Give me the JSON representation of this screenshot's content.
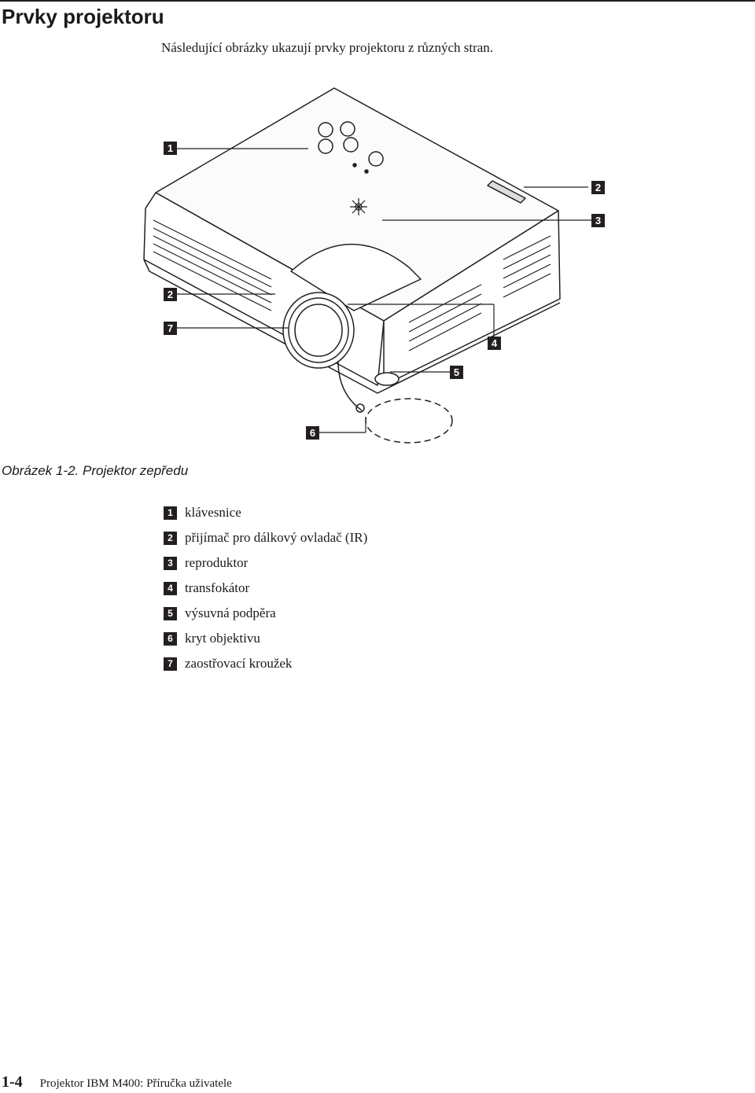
{
  "page": {
    "title": "Prvky projektoru",
    "intro": "Následující obrázky ukazují prvky projektoru z  různých stran."
  },
  "figure": {
    "callouts": [
      "1",
      "2",
      "3",
      "2",
      "7",
      "4",
      "5",
      "6"
    ],
    "caption": "Obrázek 1-2. Projektor zepředu"
  },
  "legend": [
    {
      "num": "1",
      "text": "klávesnice"
    },
    {
      "num": "2",
      "text": "přijímač pro dálkový ovladač (IR)"
    },
    {
      "num": "3",
      "text": "reproduktor"
    },
    {
      "num": "4",
      "text": "transfokátor"
    },
    {
      "num": "5",
      "text": "výsuvná podpěra"
    },
    {
      "num": "6",
      "text": "kryt objektivu"
    },
    {
      "num": "7",
      "text": "zaostřovací kroužek"
    }
  ],
  "footer": {
    "page_number": "1-4",
    "text": "Projektor IBM M400: Příručka uživatele"
  }
}
